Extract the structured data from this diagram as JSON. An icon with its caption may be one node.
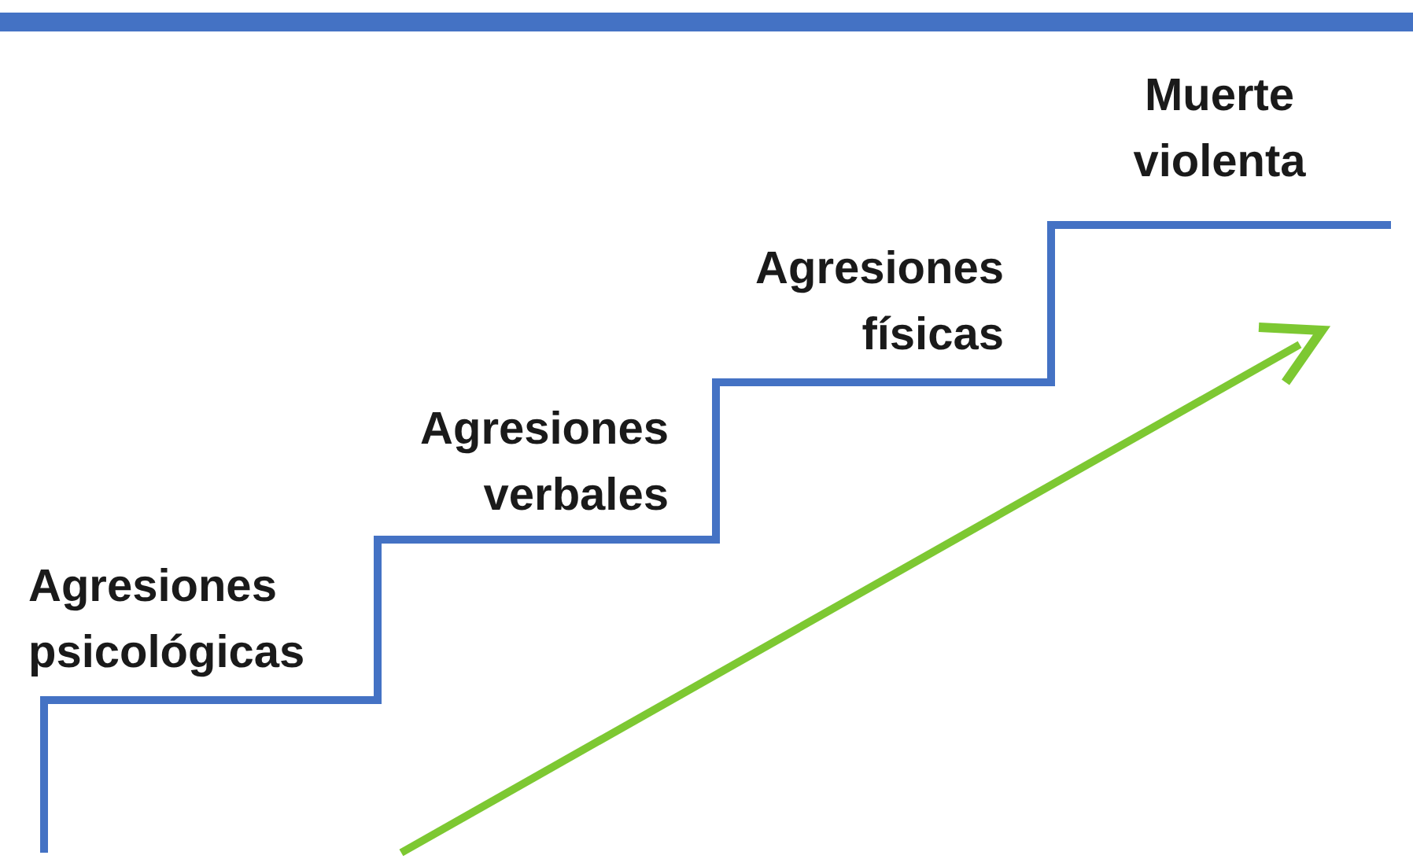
{
  "diagram": {
    "labels": [
      "Muerte violenta",
      "Agresiones físicas",
      "Agresiones verbales",
      "Agresiones psicológicas"
    ]
  }
}
